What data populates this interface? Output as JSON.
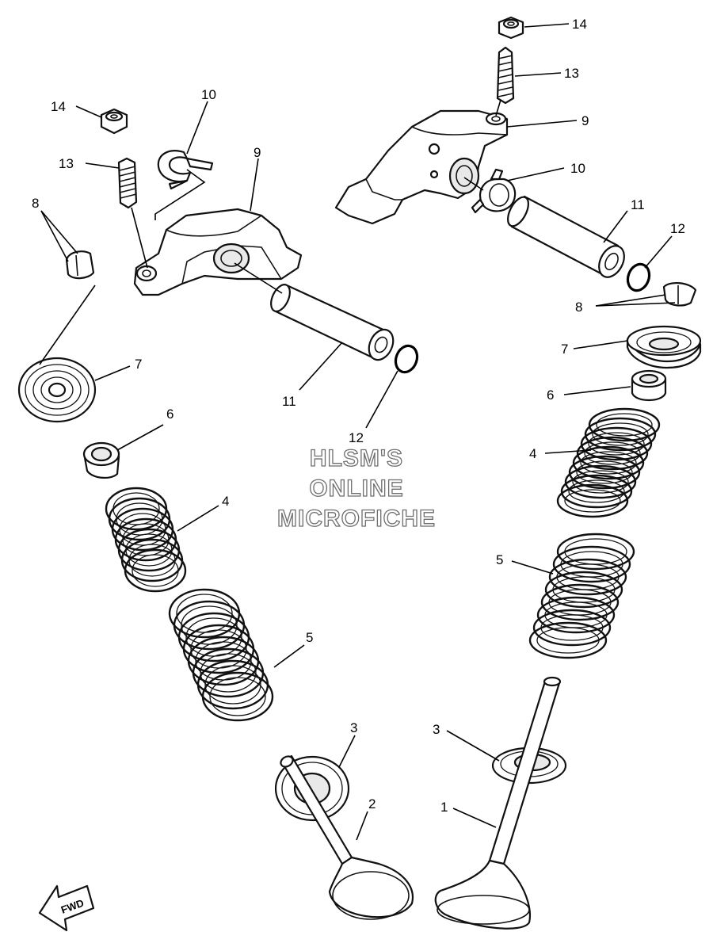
{
  "watermark": {
    "line1": "HLSM'S",
    "line2": "ONLINE",
    "line3": "MICROFICHE"
  },
  "fwd": {
    "label": "FWD"
  },
  "callouts": [
    {
      "id": "c14a",
      "label": "14"
    },
    {
      "id": "c13a",
      "label": "13"
    },
    {
      "id": "c9a",
      "label": "9"
    },
    {
      "id": "c10a",
      "label": "10"
    },
    {
      "id": "c11a",
      "label": "11"
    },
    {
      "id": "c12a",
      "label": "12"
    },
    {
      "id": "c8a",
      "label": "8"
    },
    {
      "id": "c7a",
      "label": "7"
    },
    {
      "id": "c6a",
      "label": "6"
    },
    {
      "id": "c4a",
      "label": "4"
    },
    {
      "id": "c5a",
      "label": "5"
    },
    {
      "id": "c3a",
      "label": "3"
    },
    {
      "id": "c2",
      "label": "2"
    },
    {
      "id": "c14b",
      "label": "14"
    },
    {
      "id": "c13b",
      "label": "13"
    },
    {
      "id": "c9b",
      "label": "9"
    },
    {
      "id": "c10b",
      "label": "10"
    },
    {
      "id": "c11b",
      "label": "11"
    },
    {
      "id": "c12b",
      "label": "12"
    },
    {
      "id": "c8b",
      "label": "8"
    },
    {
      "id": "c7b",
      "label": "7"
    },
    {
      "id": "c6b",
      "label": "6"
    },
    {
      "id": "c4b",
      "label": "4"
    },
    {
      "id": "c5b",
      "label": "5"
    },
    {
      "id": "c3b",
      "label": "3"
    },
    {
      "id": "c1",
      "label": "1"
    }
  ]
}
